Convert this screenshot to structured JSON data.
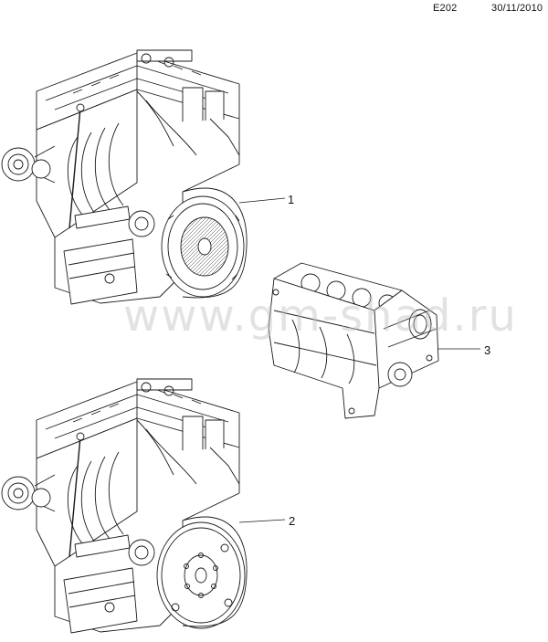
{
  "header": {
    "code": "E202",
    "date": "30/11/2010"
  },
  "watermark": "www.gm-shad.ru",
  "callouts": {
    "c1": "1",
    "c2": "2",
    "c3": "3"
  },
  "colors": {
    "line": "#1a1a1a",
    "background": "#ffffff",
    "watermark": "#bebebe"
  }
}
